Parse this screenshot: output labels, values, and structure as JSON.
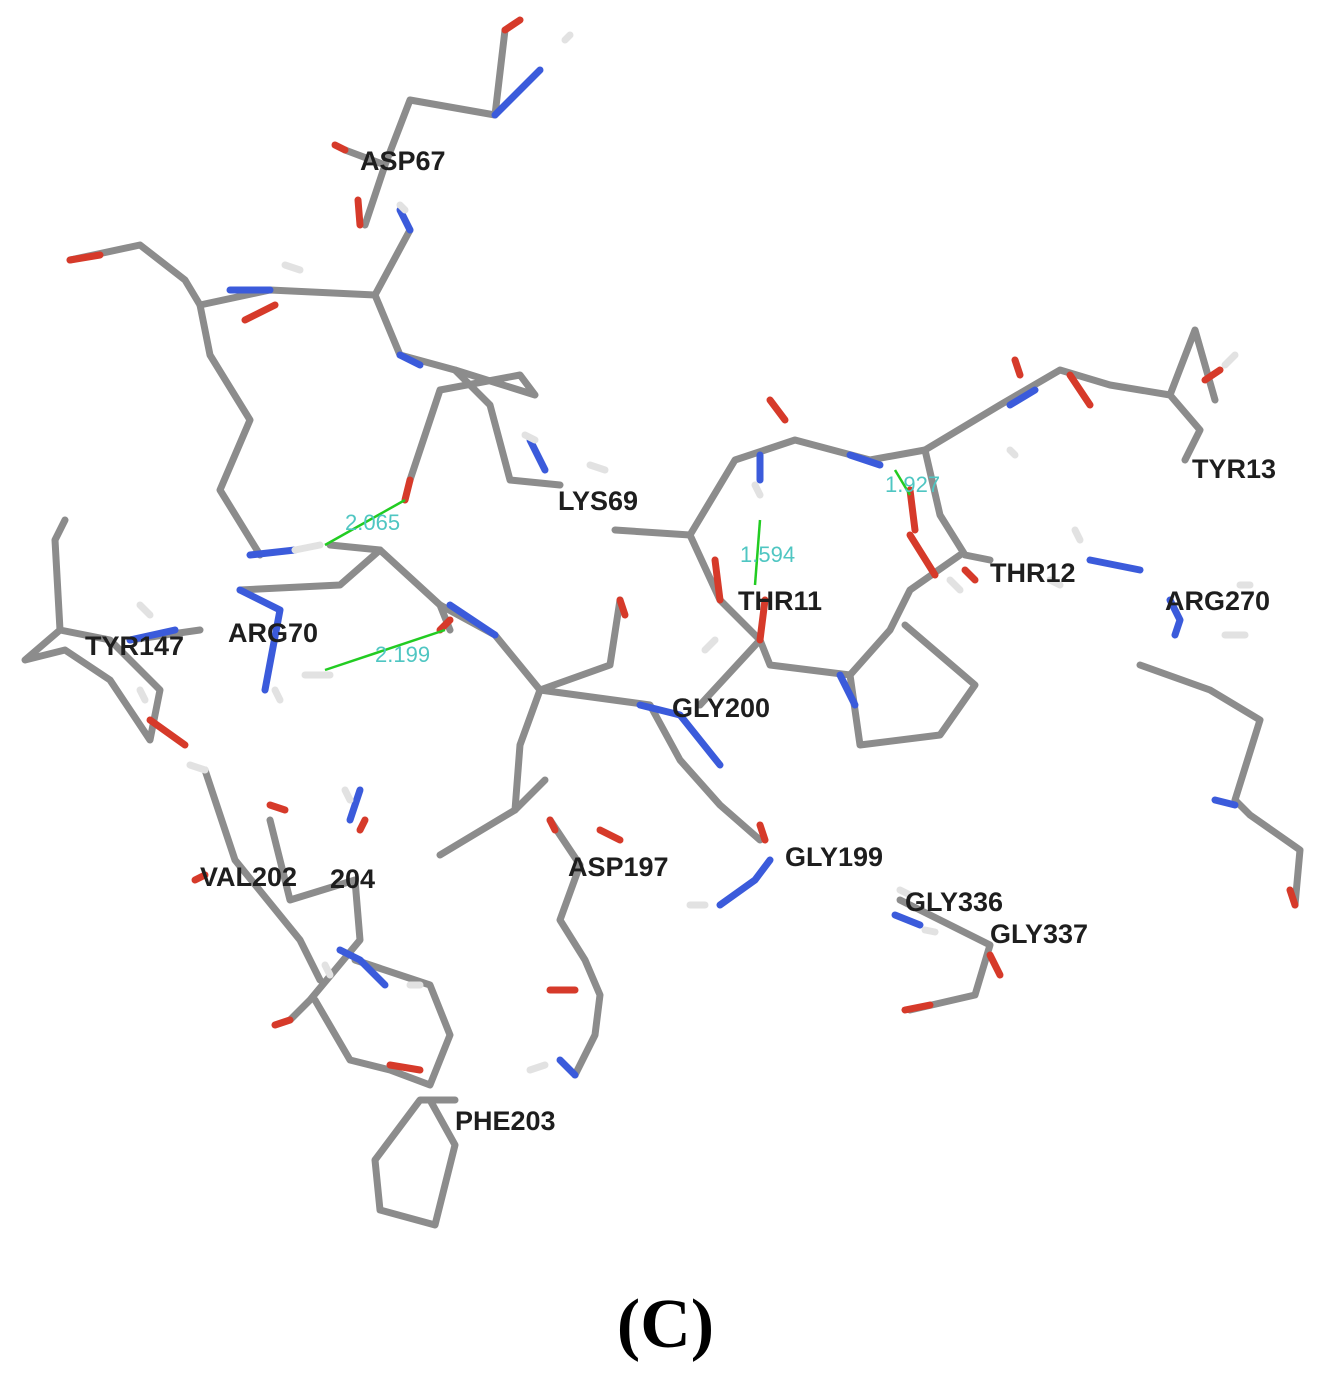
{
  "panel_label": "(C)",
  "colors": {
    "carbon": "#8c8c8c",
    "nitrogen": "#3b5bdb",
    "oxygen": "#d63a2a",
    "hydrogen": "#e2e2e2",
    "hbond_line": "#22cc22",
    "hbond_text": "#4fc6c2",
    "label_text": "#1e1e1e"
  },
  "residues": [
    {
      "id": "asp67",
      "label": "ASP67"
    },
    {
      "id": "lys69",
      "label": "LYS69"
    },
    {
      "id": "arg70",
      "label": "ARG70"
    },
    {
      "id": "tyr147",
      "label": "TYR147"
    },
    {
      "id": "thr11",
      "label": "THR11"
    },
    {
      "id": "thr12",
      "label": "THR12"
    },
    {
      "id": "tyr13",
      "label": "TYR13"
    },
    {
      "id": "arg270",
      "label": "ARG270"
    },
    {
      "id": "gly200",
      "label": "GLY200"
    },
    {
      "id": "asp197",
      "label": "ASP197"
    },
    {
      "id": "gly199",
      "label": "GLY199"
    },
    {
      "id": "val202",
      "label": "VAL202"
    },
    {
      "id": "res204",
      "label": "204"
    },
    {
      "id": "gly336",
      "label": "GLY336"
    },
    {
      "id": "gly337",
      "label": "GLY337"
    },
    {
      "id": "phe203",
      "label": "PHE203"
    }
  ],
  "hbonds": [
    {
      "id": "hb1",
      "distance": "2.065"
    },
    {
      "id": "hb2",
      "distance": "2.199"
    },
    {
      "id": "hb3",
      "distance": "1.594"
    },
    {
      "id": "hb4",
      "distance": "1.927"
    }
  ]
}
